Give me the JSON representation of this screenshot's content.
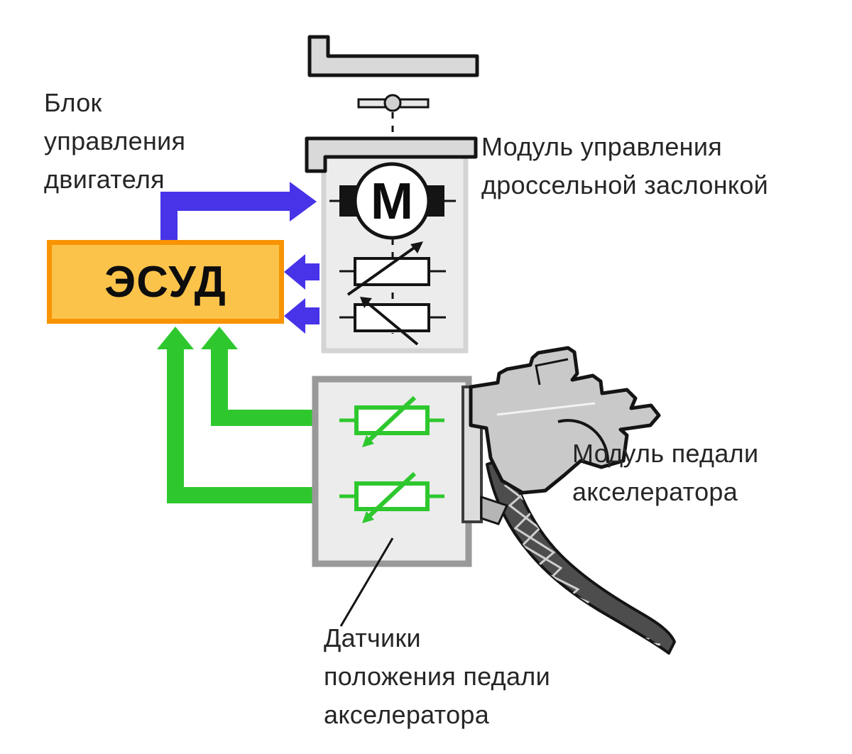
{
  "labels": {
    "ecu_block": "Блок\nуправления\nдвигателя",
    "ecu_box": "ЭСУД",
    "throttle_module": "Модуль управления\nдроссельной заслонкой",
    "pedal_module": "Модуль педали\nакселератора",
    "pedal_sensors": "Датчики\nположения педали\nакселератора",
    "motor": "M"
  },
  "colors": {
    "command_blue": "#4733e8",
    "signal_green": "#2ec82e",
    "ecu_fill": "#fcc34b",
    "ecu_border": "#f89303",
    "module_fill": "#ececec",
    "module_border": "#d4d4d4",
    "pedal_module_border": "#999999",
    "metal_gray": "#c9c9c9",
    "outline_black": "#141414"
  }
}
